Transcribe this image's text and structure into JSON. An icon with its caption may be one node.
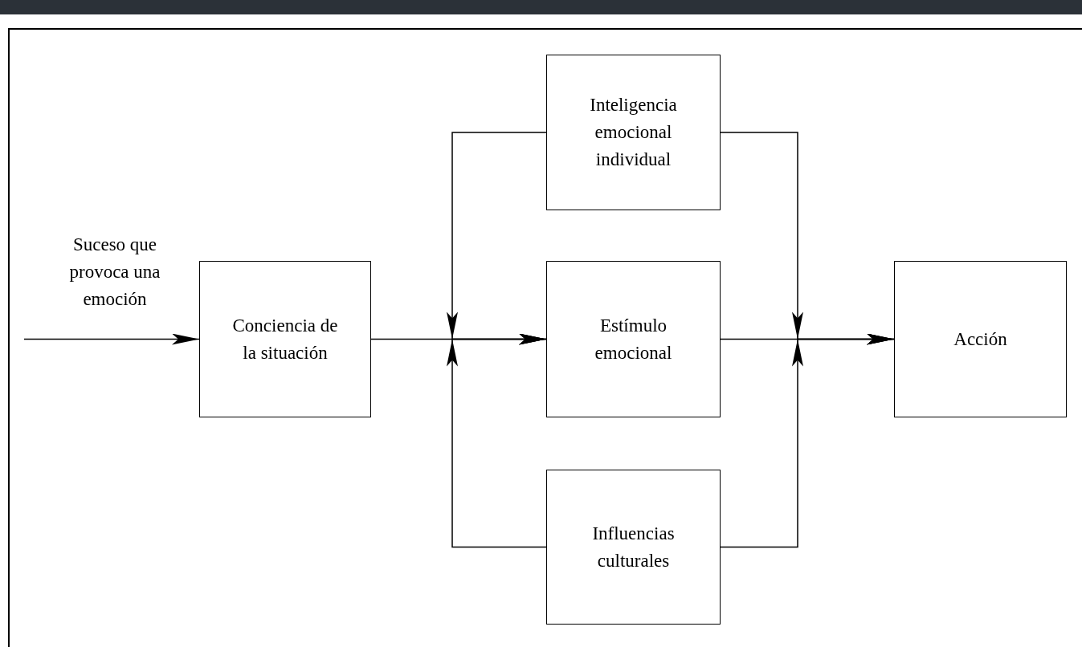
{
  "diagram": {
    "nodes": [
      {
        "text": [
          "Conciencia de la situación"
        ]
      },
      {
        "text": [
          "Inteligencia emocional individual"
        ]
      },
      {
        "text": [
          "Estímulo emocional"
        ]
      },
      {
        "text": [
          "Influencias culturales"
        ]
      },
      {
        "text": [
          "Acción"
        ]
      }
    ],
    "edges": [
      {
        "from": null,
        "to": 0,
        "arrow": "to",
        "label": "Suceso que provoca una emoción"
      },
      {
        "from": 0,
        "to": 2,
        "arrow": "to"
      },
      {
        "from": 1,
        "to": 2,
        "arrow": "to"
      },
      {
        "from": 3,
        "to": 2,
        "arrow": "to"
      },
      {
        "from": 2,
        "to": 4,
        "arrow": "to"
      },
      {
        "from": 1,
        "to": 4,
        "arrow": "to"
      },
      {
        "from": 3,
        "to": 4,
        "arrow": "to"
      }
    ]
  }
}
